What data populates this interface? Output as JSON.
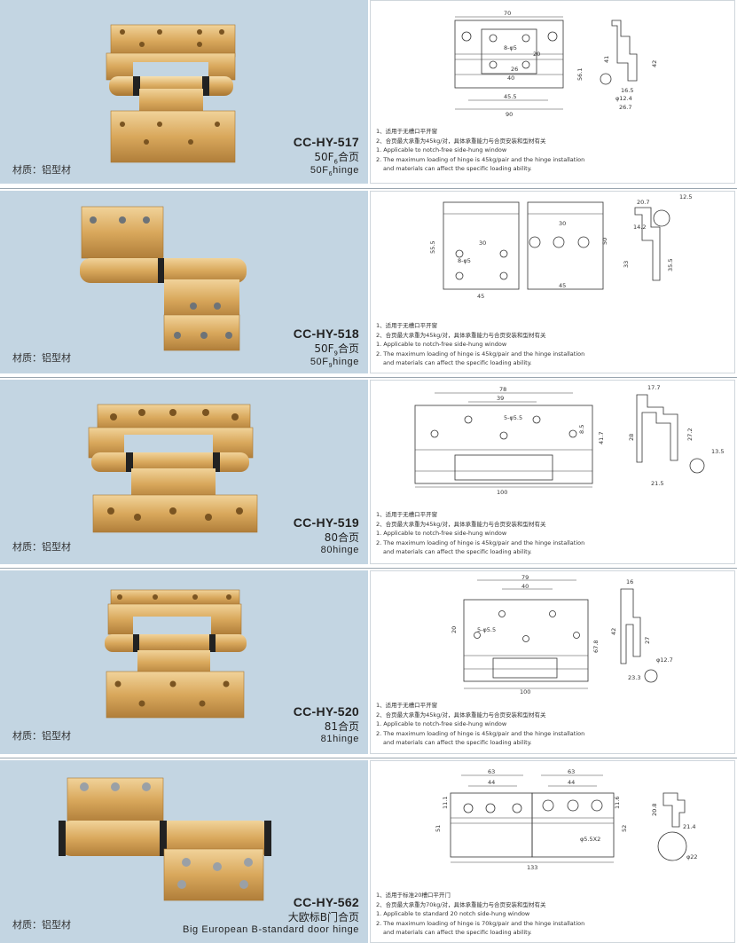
{
  "products": [
    {
      "material": "材质：铝型材",
      "code": "CC-HY-517",
      "name_cn_main": "50F",
      "name_cn_sub": "6",
      "name_cn_tail": "合页",
      "name_en_main": "50F",
      "name_en_sub": "6",
      "name_en_tail": "hinge",
      "notes": [
        "1、适用于无槽口平开窗",
        "2、合页最大承重为45kg/对，具体承重能力与合页安装和型材有关",
        "1. Applicable to notch-free side-hung window",
        "2. The maximum loading of hinge is 45kg/pair and the hinge installation",
        "and materials can affect the specific loading ability."
      ],
      "dims": [
        "70",
        "8-φ5",
        "20",
        "26",
        "40",
        "56.1",
        "45.5",
        "90",
        "41",
        "42",
        "16.5",
        "φ12.4",
        "26.7"
      ]
    },
    {
      "material": "材质：铝型材",
      "code": "CC-HY-518",
      "name_cn_main": "50F",
      "name_cn_sub": "9",
      "name_cn_tail": "合页",
      "name_en_main": "50F",
      "name_en_sub": "9",
      "name_en_tail": "hinge",
      "notes": [
        "1、适用于无槽口平开窗",
        "2、合页最大承重为45kg/对，具体承重能力与合页安装和型材有关",
        "1. Applicable to notch-free side-hung window",
        "2. The maximum loading of hinge is 45kg/pair and the hinge installation",
        "and materials can affect the specific loading ability."
      ],
      "dims": [
        "55.5",
        "30",
        "8-φ5",
        "45",
        "30",
        "45",
        "50",
        "20.7",
        "12.5",
        "14.2",
        "33",
        "35.5"
      ]
    },
    {
      "material": "材质：铝型材",
      "code": "CC-HY-519",
      "name_cn_main": "80合页",
      "name_en_main": "80hinge",
      "notes": [
        "1、适用于无槽口平开窗",
        "2、合页最大承重为45kg/对，具体承重能力与合页安装和型材有关",
        "1. Applicable to notch-free side-hung window",
        "2. The maximum loading of hinge is 45kg/pair and the hinge installation",
        "and materials can affect the specific loading ability."
      ],
      "dims": [
        "78",
        "39",
        "5-φ5.5",
        "8.5",
        "41.7",
        "100",
        "17.7",
        "28",
        "27.2",
        "13.5",
        "21.5"
      ]
    },
    {
      "material": "材质：铝型材",
      "code": "CC-HY-520",
      "name_cn_main": "81合页",
      "name_en_main": "81hinge",
      "notes": [
        "1、适用于无槽口平开窗",
        "2、合页最大承重为45kg/对，具体承重能力与合页安装和型材有关",
        "1. Applicable to notch-free side-hung window",
        "2. The maximum loading of hinge is 45kg/pair and the hinge installation",
        "and materials can affect the specific loading ability."
      ],
      "dims": [
        "79",
        "40",
        "20",
        "5-φ5.5",
        "67.8",
        "100",
        "16",
        "42",
        "27",
        "φ12.7",
        "23.3"
      ]
    },
    {
      "material": "材质：铝型材",
      "code": "CC-HY-562",
      "name_cn_main": "大欧标B门合页",
      "name_en_main": "Big European B-standard door hinge",
      "notes": [
        "1、适用于标准20槽口平开门",
        "2、合页最大承重为70kg/对，具体承重能力与合页安装和型材有关",
        "1. Applicable to standard 20 notch side-hung window",
        "2. The maximum loading of hinge is 70kg/pair and the hinge installation",
        "and materials can affect the specific loading ability."
      ],
      "dims": [
        "63",
        "44",
        "63",
        "44",
        "11.1",
        "11.6",
        "51",
        "52",
        "φ5.5X2",
        "133",
        "20.8",
        "21.4",
        "φ22"
      ]
    }
  ],
  "colors": {
    "photo_bg": "#c3d5e2",
    "gold": "#d9a85c",
    "gold_dark": "#b07e3a",
    "gold_light": "#f1d39a"
  }
}
